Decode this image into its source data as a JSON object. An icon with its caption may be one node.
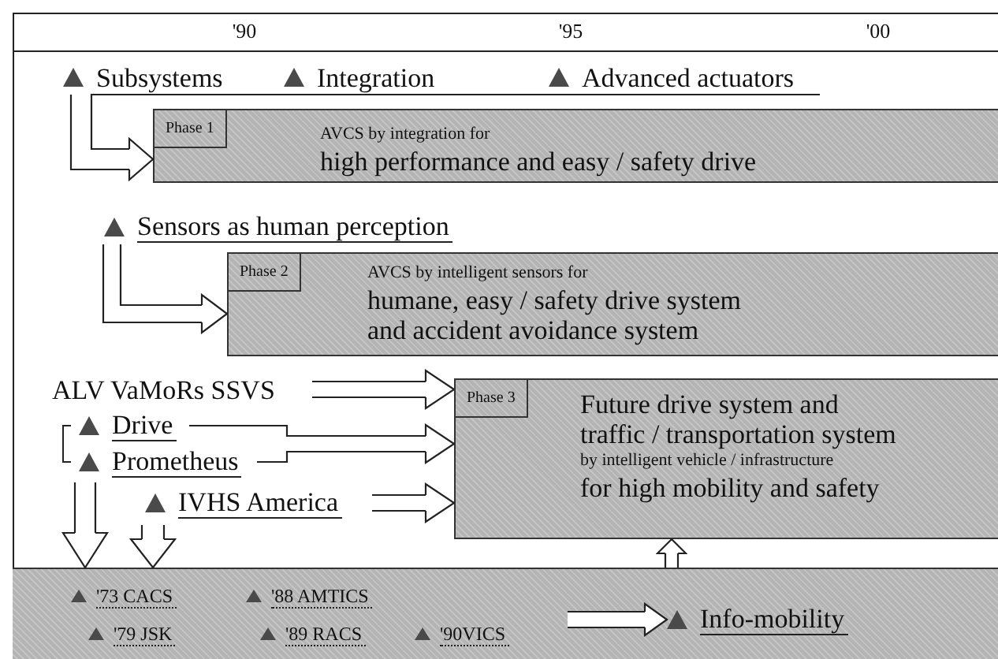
{
  "diagram": {
    "nodes": [
      {
        "text": [
          "Subsystems"
        ]
      },
      {
        "text": [
          "Integration"
        ]
      },
      {
        "text": [
          "Advanced actuators"
        ]
      },
      {
        "text": [
          "Phase 1",
          "AVCS by integration for",
          "high performance and easy / safety drive"
        ]
      },
      {
        "text": [
          "Sensors as human perception"
        ]
      },
      {
        "text": [
          "Phase 2",
          "AVCS by intelligent sensors for",
          "humane, easy / safety drive system and accident avoidance system"
        ]
      },
      {
        "text": [
          "ALV VaMoRs SSVS"
        ]
      },
      {
        "text": [
          "Drive"
        ]
      },
      {
        "text": [
          "Prometheus"
        ]
      },
      {
        "text": [
          "IVHS America"
        ]
      },
      {
        "text": [
          "Phase 3",
          "Future drive system and traffic / transportation system",
          "by intelligent vehicle / infrastructure",
          "for high mobility and safety"
        ]
      },
      {
        "text": [],
        "shape": "bar"
      },
      {
        "text": [
          "'73 CACS"
        ],
        "in": 11
      },
      {
        "text": [
          "'88 AMTICS"
        ],
        "in": 11
      },
      {
        "text": [
          "'79 JSK"
        ],
        "in": 11
      },
      {
        "text": [
          "'89 RACS"
        ],
        "in": 11
      },
      {
        "text": [
          "'90VICS"
        ],
        "in": 11
      },
      {
        "text": [
          "Info-mobility"
        ],
        "in": 11
      }
    ],
    "edges": [
      {
        "from": 0,
        "to": 3,
        "arrow": "to"
      },
      {
        "from": 1,
        "to": 3,
        "arrow": "to"
      },
      {
        "from": 2,
        "to": 3,
        "arrow": "to"
      },
      {
        "from": 4,
        "to": 5,
        "arrow": "to"
      },
      {
        "from": 6,
        "to": 10,
        "arrow": "to"
      },
      {
        "from": 7,
        "to": 10,
        "arrow": "to"
      },
      {
        "from": 8,
        "to": 10,
        "arrow": "to"
      },
      {
        "from": 9,
        "to": 10,
        "arrow": "to"
      },
      {
        "from": 8,
        "to": 11,
        "arrow": "to"
      },
      {
        "from": 9,
        "to": 11,
        "arrow": "to"
      },
      {
        "from": 11,
        "to": 10,
        "arrow": "to"
      },
      {
        "from": 16,
        "to": 17,
        "arrow": "to"
      }
    ],
    "labels": [
      "'90",
      "'95",
      "'00"
    ]
  }
}
